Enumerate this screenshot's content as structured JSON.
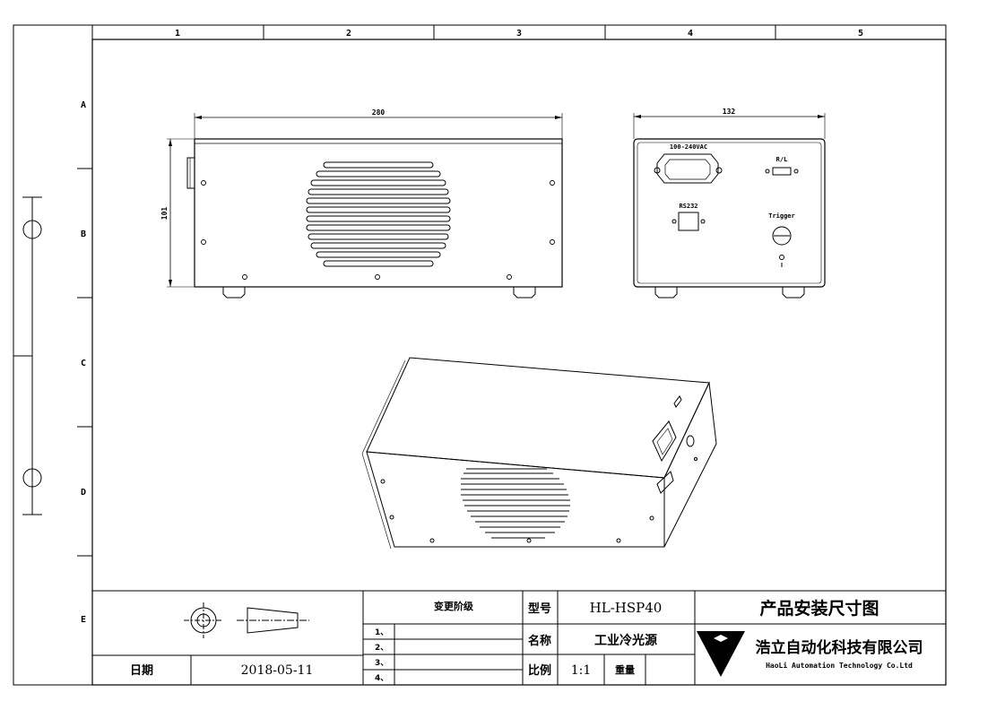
{
  "grid": {
    "columns": [
      "1",
      "2",
      "3",
      "4",
      "5"
    ],
    "rows": [
      "A",
      "B",
      "C",
      "D",
      "E"
    ]
  },
  "views": {
    "front": {
      "width_dim": "280",
      "height_dim": "101"
    },
    "rear": {
      "width_dim": "132",
      "power_label": "100-240VAC",
      "rl_label": "R/L",
      "rs232_label": "RS232",
      "trigger_label": "Trigger"
    }
  },
  "title_block": {
    "change_level_label": "变更阶级",
    "change_items": [
      "1、",
      "2、",
      "3、",
      "4、"
    ],
    "model_label": "型号",
    "model_value": "HL-HSP40",
    "name_label": "名称",
    "name_value": "工业冷光源",
    "scale_label": "比例",
    "scale_value": "1:1",
    "weight_label": "重量",
    "date_label": "日期",
    "date_value": "2018-05-11",
    "drawing_title": "产品安装尺寸图",
    "company_cn": "浩立自动化科技有限公司",
    "company_en": "HaoLi Automation Technology Co.Ltd"
  }
}
